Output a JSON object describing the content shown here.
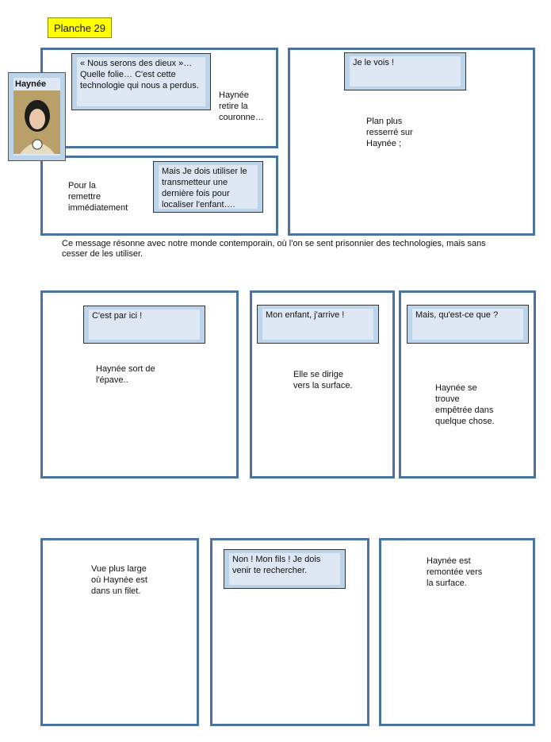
{
  "plate_label": "Planche 29",
  "character_card": {
    "name": "Haynée"
  },
  "row1": {
    "bubble1": "« Nous serons des dieux »… Quelle folie… C'est cette technologie qui nous a perdus.",
    "narration1": "Haynée\nretire la\ncouronne…",
    "narration2": "Pour la\nremettre\nimmédiatement",
    "bubble2": "Mais  Je dois utiliser le transmetteur une dernière fois pour localiser l'enfant….",
    "bubble3": "Je le vois !",
    "narration3": "Plan plus\nresserré sur\nHaynée ;"
  },
  "paragraph": "Ce message résonne avec notre monde contemporain, où l'on se sent prisonnier des technologies, mais sans cesser de les utiliser.",
  "row2": [
    {
      "bubble": "C'est par ici !",
      "narration": "Haynée sort de\nl'épave.."
    },
    {
      "bubble": "Mon enfant, j'arrive !",
      "narration": "Elle se dirige\nvers la surface."
    },
    {
      "bubble": "Mais, qu'est-ce que ?",
      "narration": "Haynée se\ntrouve\nempêtrée dans\nquelque chose."
    }
  ],
  "row3": [
    {
      "narration": "Vue plus large\noù Haynée est\ndans un filet."
    },
    {
      "bubble": "Non ! Mon fils ! Je dois venir te rechercher."
    },
    {
      "narration": "Haynée est\nremontée vers\nla surface."
    }
  ]
}
